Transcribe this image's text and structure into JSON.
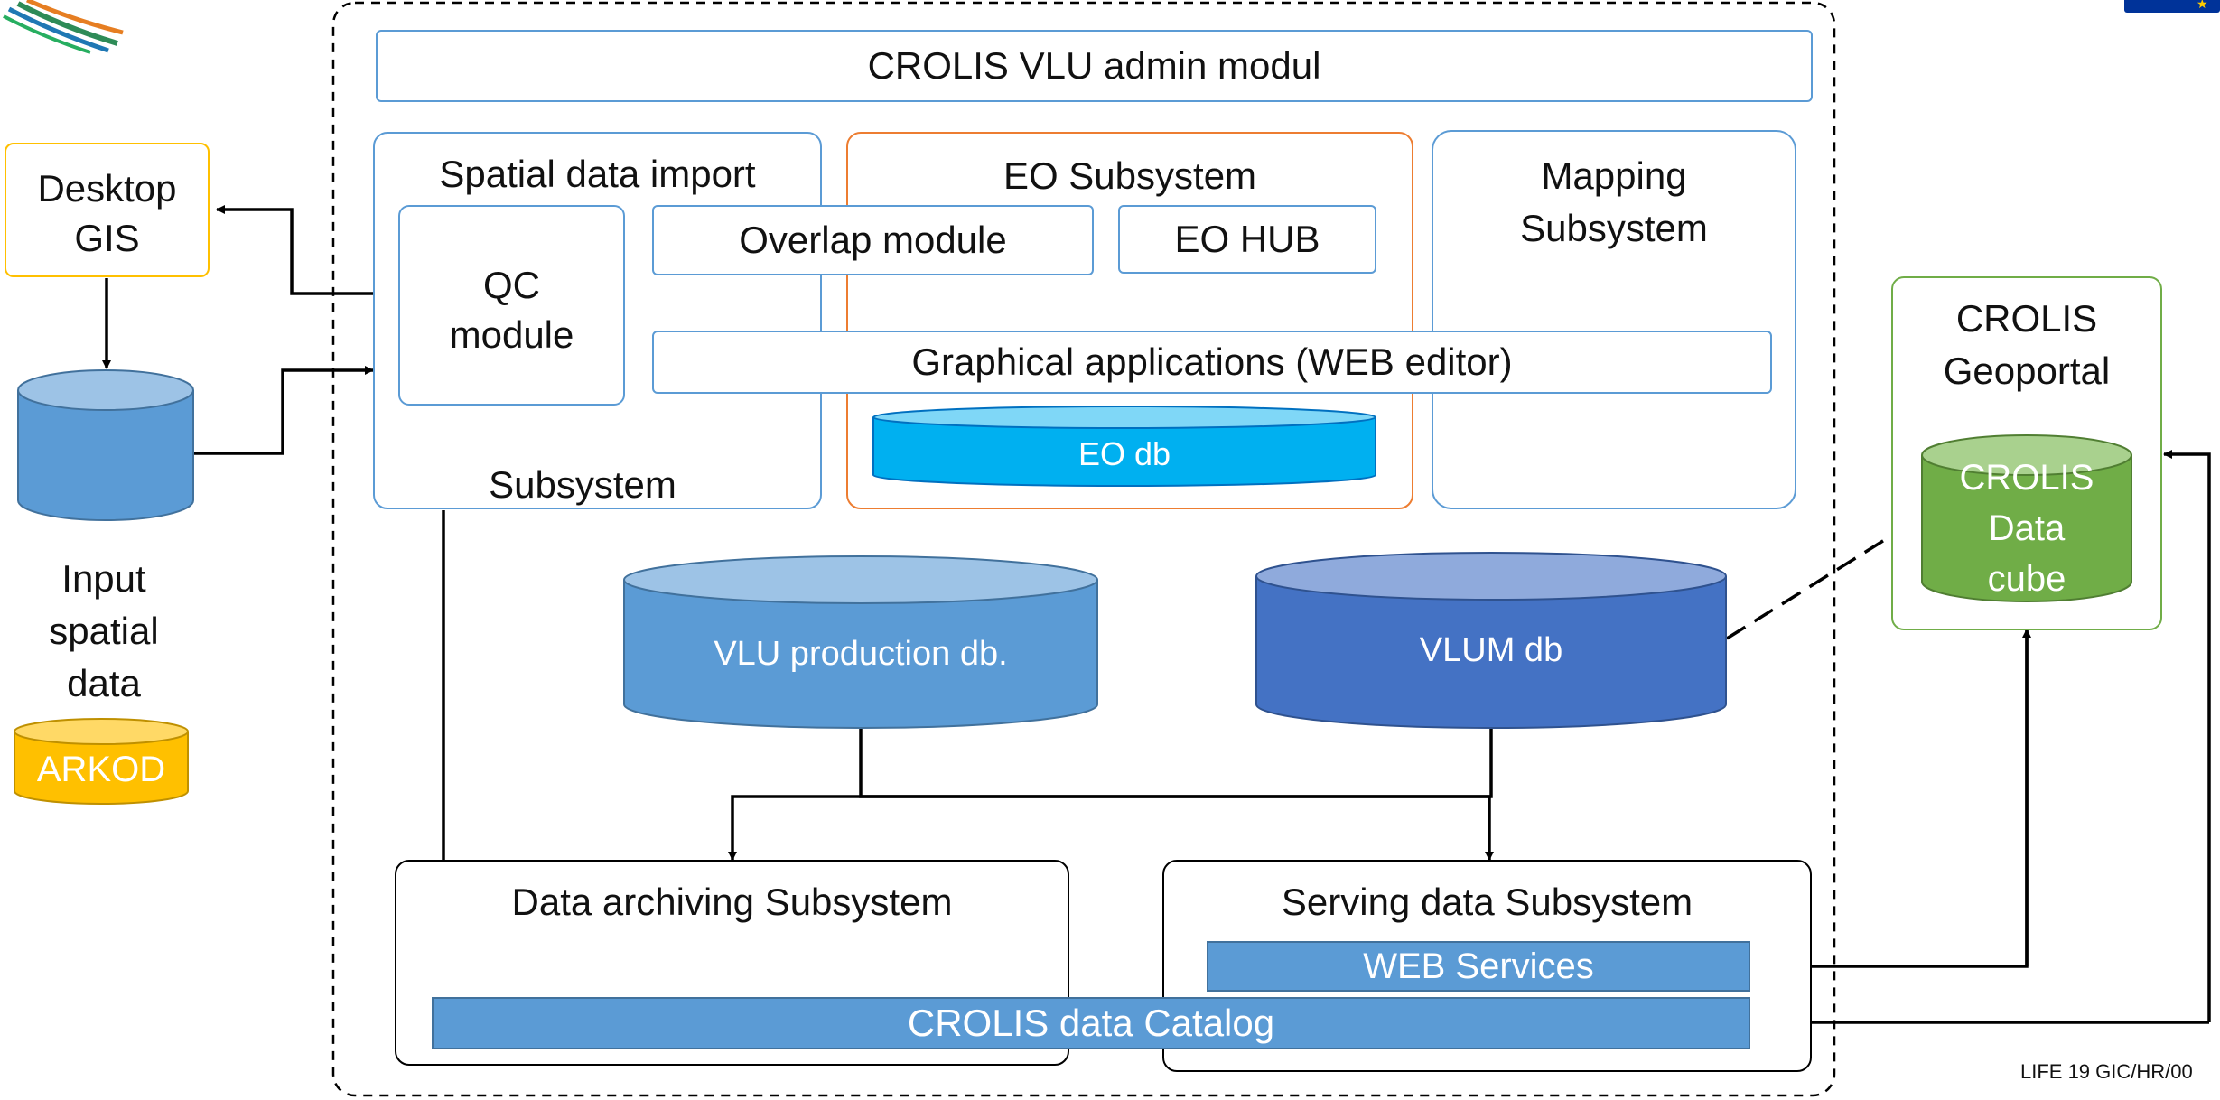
{
  "diagram": {
    "admin_module": "CROLIS VLU admin modul",
    "desktop_gis": "Desktop\nGIS",
    "input_spatial_data": "Input\nspatial\ndata",
    "arkod": "ARKOD",
    "spatial_import": {
      "title": "Spatial data import",
      "qc_module": "QC\nmodule",
      "footer": "Subsystem"
    },
    "eo_subsystem": {
      "title": "EO Subsystem",
      "overlap_module": "Overlap module",
      "eo_hub": "EO HUB",
      "eo_db": "EO db"
    },
    "graphical_applications": "Graphical applications (WEB editor)",
    "mapping_subsystem": "Mapping\nSubsystem",
    "vlu_production_db": "VLU production db.",
    "vlum_db": "VLUM db",
    "data_archiving": "Data archiving Subsystem",
    "serving_data": "Serving data Subsystem",
    "web_services": "WEB Services",
    "data_catalog": "CROLIS data Catalog",
    "geoportal": "CROLIS\nGeoportal",
    "data_cube": "CROLIS\nData\ncube",
    "footer_code": "LIFE 19 GIC/HR/00"
  },
  "colors": {
    "blue_border": "#5b9bd5",
    "orange_border": "#ed7d31",
    "yellow_border": "#ffc000",
    "green_border": "#70ad47",
    "medium_blue": "#5b9bd5",
    "dark_blue": "#4472c4",
    "cyan": "#00b0f0",
    "green_fill": "#70ad47",
    "amber": "#ffc000"
  }
}
